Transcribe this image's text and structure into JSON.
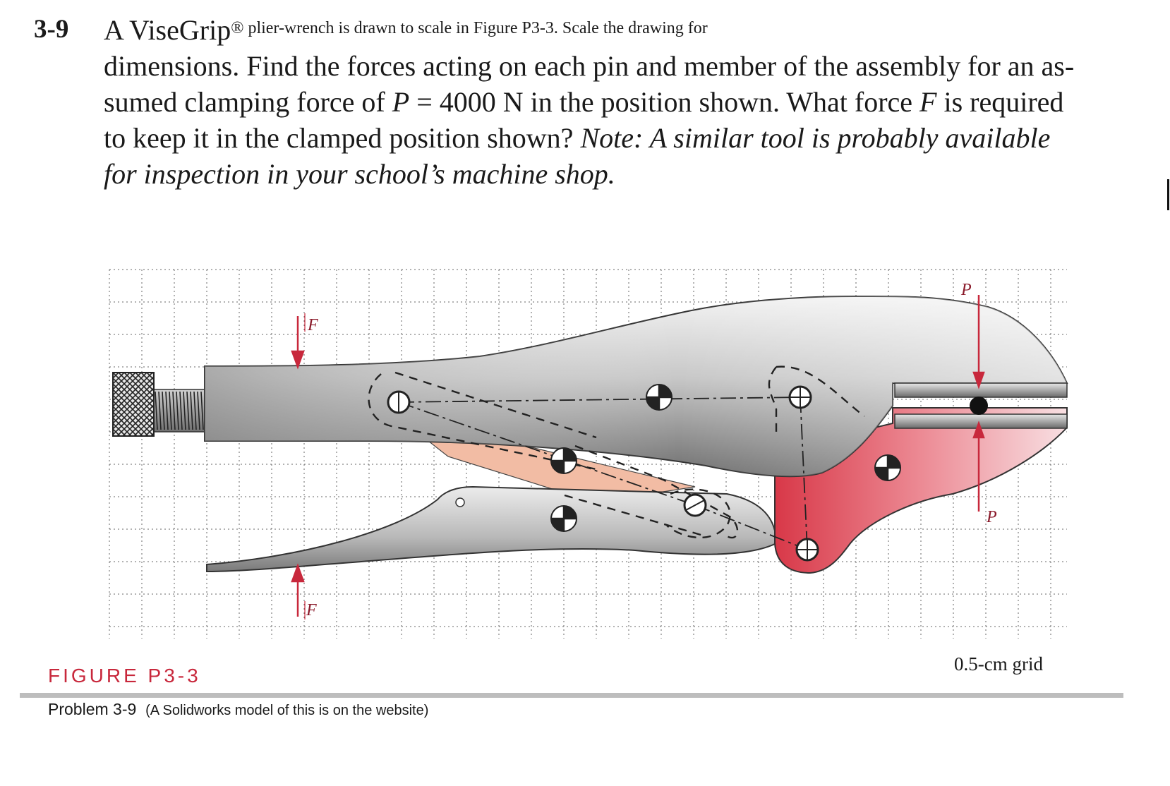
{
  "problem": {
    "number": "3-9",
    "lines": [
      "A ViseGrip",
      "® plier-wrench is drawn to scale in Figure P3-3.  Scale the drawing for",
      "dimensions.  Find the forces acting on each pin and member of the assembly for an as-",
      "sumed clamping force of ",
      "P",
      " = 4000 N in the position shown.  What force ",
      "F",
      " is required",
      "to keep it in the clamped position shown? ",
      "Note: A similar tool is probably available",
      "for inspection in your school’s machine shop."
    ]
  },
  "figure": {
    "force_labels": {
      "top_handle_force": "F",
      "bottom_handle_force": "F",
      "top_jaw_force": "P",
      "bottom_jaw_force": "P"
    },
    "grid_label": "0.5-cm grid",
    "colors": {
      "force_arrow": "#c8283c",
      "body_gray": "#9a9a9a",
      "jaw_pink": "#e0505e",
      "link_peach": "#f2bca4"
    }
  },
  "caption": {
    "label": "FIGURE P3-3",
    "title": "Problem 3-9",
    "note": "(A Solidworks model of this is on the website)"
  }
}
